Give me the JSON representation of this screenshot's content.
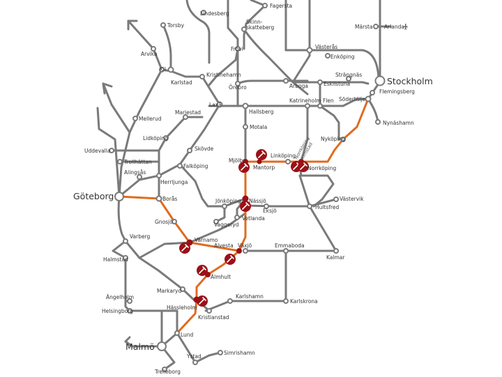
{
  "colors": {
    "rail": "#7a7a7a",
    "route": "#e06b1f",
    "work": "#9b1116",
    "station_fill": "#ffffff"
  },
  "stations": {
    "lindesberg": "Lindesberg",
    "fagersta": "Fagersta",
    "skinnskatteberg_1": "Skinn-",
    "skinnskatteberg_2": "skatteberg",
    "torsby": "Torsby",
    "frovi": "Frövi",
    "vasteras": "Västerås",
    "marsta": "Märsta",
    "arlanda": "Arlanda",
    "arvika": "Arvika",
    "enkoping": "Enköping",
    "kil": "Kil",
    "kristinehamn": "Kristinehamn",
    "karlstad": "Karlstad",
    "orebro": "Örebro",
    "arboga": "Arboga",
    "strangnas": "Strängnäs",
    "eskilstuna": "Eskilstuna",
    "stockholm": "Stockholm",
    "flemingsberg": "Flemingsberg",
    "sodertalje": "Södertälje",
    "laxa": "Laxå",
    "mariestad": "Mariestad",
    "hallsberg": "Hallsberg",
    "katrineholm": "Katrineholm",
    "flen": "Flen",
    "mellerud": "Mellerud",
    "nynashamn": "Nynäshamn",
    "motala": "Motala",
    "lidkoping": "Lidköping",
    "nykoping": "Nyköping",
    "skovde": "Skövde",
    "uddevalla": "Uddevalla",
    "mjolby": "Mjölby",
    "linkoping": "Linköping",
    "trollhattan": "Trollhättan",
    "mantorp": "Mantorp",
    "norrkoping": "Norrköping",
    "falkoping": "Falköping",
    "alingsas": "Alingsås",
    "herrljunga": "Herrljunga",
    "goteborg": "Göteborg",
    "boras": "Borås",
    "jonkoping": "Jönköping",
    "nassjo": "Nässjö",
    "vastervik": "Västervik",
    "eksjo": "Eksjö",
    "hultsfred": "Hultsfred",
    "vetlanda": "Vetlanda",
    "gnosjo": "Gnosjö",
    "vaggeryd": "Vaggeryd",
    "varberg": "Varberg",
    "varnamo": "Värnamo",
    "alvesta": "Alvesta",
    "vaxjo": "Växjö",
    "emmaboda": "Emmaboda",
    "halmstad": "Halmstad",
    "kalmar": "Kalmar",
    "almhult": "Älmhult",
    "markaryd": "Markaryd",
    "angelholm": "Ängelholm",
    "karlshamn": "Karlshamn",
    "helsingborg": "Helsingborg",
    "karlskrona": "Karlskrona",
    "hassleholm": "Hässleholm",
    "kristianstad": "Kristianstad",
    "lund": "Lund",
    "malmo": "Malmö",
    "simrishamn": "Simrishamn",
    "ystad": "Ystad",
    "trelleborg": "Trelleborg",
    "rotated_1": "Norrköping",
    "rotated_2": "Kimstad"
  }
}
